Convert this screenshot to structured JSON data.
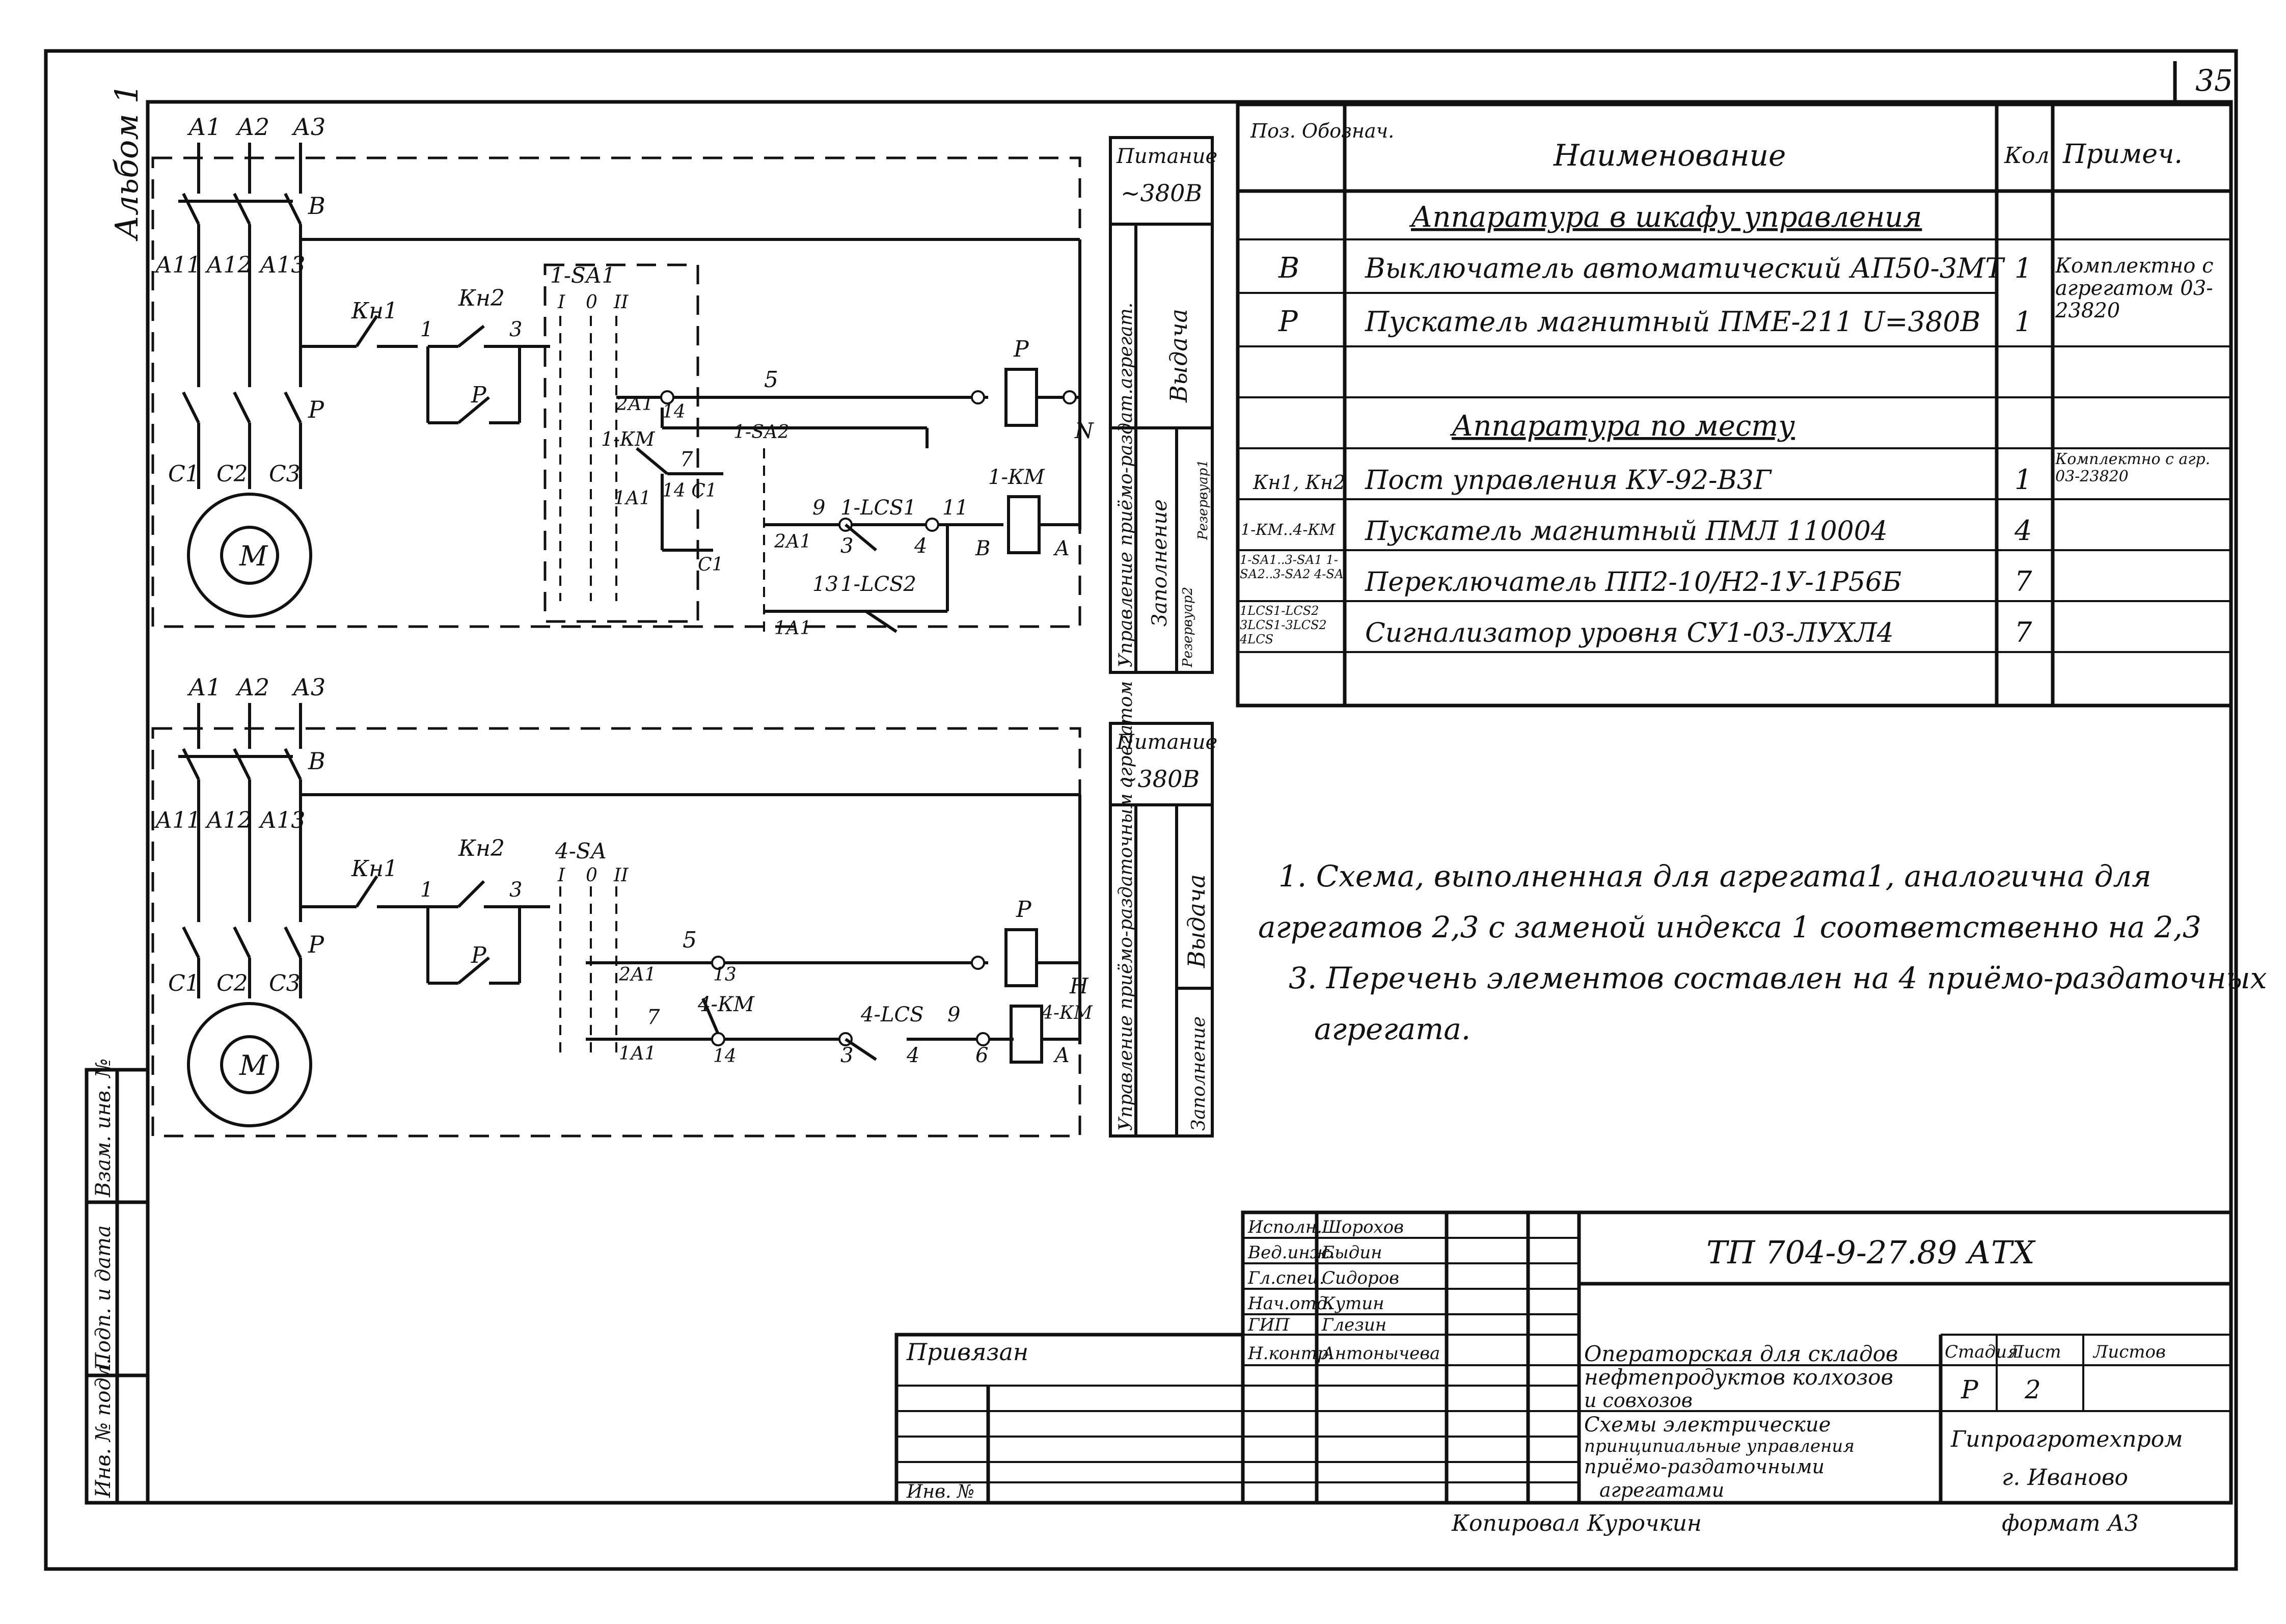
{
  "sheet": {
    "page_number": "35",
    "album_label": "Альбом 1",
    "format": "формат А3",
    "copied_by": "Копировал Курочкин"
  },
  "side_labels": {
    "upper": {
      "supply": "Питание",
      "voltage": "~380В",
      "group": "Управление приёмо-раздат.агрегат.",
      "fill": "Заполнение",
      "dispense": "Выдача",
      "reserve1": "Резервуар1",
      "reserve2": "Резервуар2"
    },
    "lower": {
      "supply": "Питание",
      "voltage": "~380В",
      "group": "Управление приёмо-раздаточным агрегатом",
      "fill": "Заполнение",
      "dispense": "Выдача"
    }
  },
  "circuit_labels": {
    "phases_upper": [
      "А1",
      "А2",
      "А3"
    ],
    "phases_lower": [
      "А1",
      "А2",
      "А3"
    ],
    "leads_upper": [
      "А11",
      "А12",
      "А13"
    ],
    "leads_lower": [
      "А11",
      "А12",
      "А13"
    ],
    "motor_terms": [
      "С1",
      "С2",
      "С3"
    ],
    "motor": "М",
    "breaker": "В",
    "contactor": "Р",
    "buttons": [
      "Кн1",
      "Кн2"
    ],
    "switch_upper": "1-SА1",
    "switch_lower": "4-SА",
    "switch_pos": [
      "I",
      "0",
      "II"
    ],
    "km_upper": "1-КМ",
    "km_lower": "4-КМ",
    "lcs": [
      "1-LCS1",
      "1-LCS2",
      "4-LCS"
    ],
    "sw2": "1-SА2",
    "N": "N",
    "H": "Н",
    "A": "А",
    "B": "В",
    "nodes": [
      "1",
      "3",
      "5",
      "7",
      "9",
      "11",
      "13",
      "14",
      "3",
      "4",
      "2А1",
      "1А1",
      "14 С1",
      "С1",
      "13",
      "5",
      "4",
      "6",
      "2А1",
      "1А1"
    ]
  },
  "spec_table": {
    "headers": {
      "pos": "Поз. Обознач.",
      "name": "Наименование",
      "qty": "Кол.",
      "note": "Примеч."
    },
    "section1": "Аппаратура в шкафу управления",
    "rows1": [
      {
        "pos": "В",
        "name": "Выключатель автоматический АП50-3МТ",
        "qty": "1"
      },
      {
        "pos": "Р",
        "name": "Пускатель магнитный ПМЕ-211 U=380В",
        "qty": "1"
      }
    ],
    "note1": "Комплектно с агрегатом 03-23820",
    "section2": "Аппаратура по месту",
    "rows2": [
      {
        "pos": "Кн1, Кн2",
        "name": "Пост управления КУ-92-В3Г",
        "qty": "1",
        "note": "Комплектно с агр. 03-23820"
      },
      {
        "pos": "1-КМ..4-КМ",
        "name": "Пускатель магнитный ПМЛ 110004",
        "qty": "4",
        "note": ""
      },
      {
        "pos": "1-SА1..3-SА1 1-SА2..3-SА2 4-SА",
        "name": "Переключатель ПП2-10/Н2-1У-1Р56Б",
        "qty": "7",
        "note": ""
      },
      {
        "pos": "1LCS1-LCS2 3LCS1-3LCS2 4LCS",
        "name": "Сигнализатор уровня СУ1-03-ЛУХЛ4",
        "qty": "7",
        "note": ""
      }
    ]
  },
  "notes": [
    "1. Схема, выполненная для агрегата1, аналогична для",
    "агрегатов 2,3 с заменой индекса 1 соответственно на 2,3",
    "3. Перечень элементов составлен на 4 приёмо-раздаточных",
    "агрегата."
  ],
  "title_block": {
    "doc_code": "ТП 704-9-27.89  АТХ",
    "roles": [
      {
        "role": "Исполн.",
        "name": "Шорохов"
      },
      {
        "role": "Вед.инж.",
        "name": "Быдин"
      },
      {
        "role": "Гл.спец.",
        "name": "Сидоров"
      },
      {
        "role": "Нач.отд.",
        "name": "Кутин"
      },
      {
        "role": "ГИП",
        "name": "Глезин"
      },
      {
        "role": "Н.контр.",
        "name": "Антонычева"
      }
    ],
    "object_name": [
      "Операторская для складов",
      "нефтепродуктов колхозов",
      "и совхозов"
    ],
    "sheet_title": [
      "Схемы электрические",
      "принципиальные управления",
      "приёмо-раздаточными",
      "агрегатами"
    ],
    "stage_label": "Стадия",
    "sheet_label": "Лист",
    "sheets_label": "Листов",
    "stage": "Р",
    "sheet": "2",
    "org": [
      "Гипроагротехпром",
      "г. Иваново"
    ],
    "bound": "Привязан",
    "inv": "Инв. №"
  },
  "left_stamp": [
    "Инв. № подл.",
    "Подп. и дата",
    "Взам. инв. №"
  ]
}
